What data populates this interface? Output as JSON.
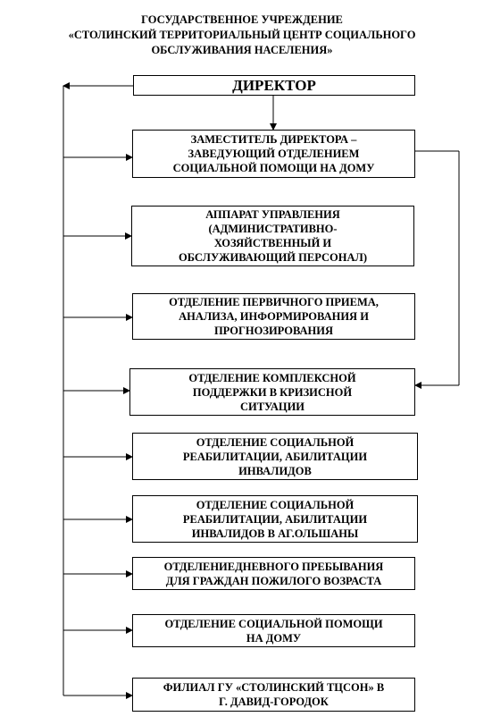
{
  "header": {
    "line1": "ГОСУДАРСТВЕННОЕ УЧРЕЖДЕНИЕ",
    "line2": "«СТОЛИНСКИЙ ТЕРРИТОРИАЛЬНЫЙ ЦЕНТР СОЦИАЛЬНОГО",
    "line3": "ОБСЛУЖИВАНИЯ НАСЕЛЕНИЯ»"
  },
  "nodes": {
    "director": "ДИРЕКТОР",
    "deputy": [
      "ЗАМЕСТИТЕЛЬ ДИРЕКТОРА –",
      "ЗАВЕДУЮЩИЙ ОТДЕЛЕНИЕМ",
      "СОЦИАЛЬНОЙ ПОМОЩИ НА ДОМУ"
    ],
    "admin": [
      "АППАРАТ УПРАВЛЕНИЯ",
      "(АДМИНИСТРАТИВНО-",
      "ХОЗЯЙСТВЕННЫЙ И",
      "ОБСЛУЖИВАЮЩИЙ ПЕРСОНАЛ)"
    ],
    "primary": [
      "ОТДЕЛЕНИЕ ПЕРВИЧНОГО ПРИЕМА,",
      "АНАЛИЗА, ИНФОРМИРОВАНИЯ И",
      "ПРОГНОЗИРОВАНИЯ"
    ],
    "crisis": [
      "ОТДЕЛЕНИЕ КОМПЛЕКСНОЙ",
      "ПОДДЕРЖКИ В КРИЗИСНОЙ",
      "СИТУАЦИИ"
    ],
    "rehab": [
      "ОТДЕЛЕНИЕ СОЦИАЛЬНОЙ",
      "РЕАБИЛИТАЦИИ, АБИЛИТАЦИИ",
      "ИНВАЛИДОВ"
    ],
    "rehab_olshany": [
      "ОТДЕЛЕНИЕ СОЦИАЛЬНОЙ",
      "РЕАБИЛИТАЦИИ, АБИЛИТАЦИИ",
      "ИНВАЛИДОВ В АГ.ОЛЬШАНЫ"
    ],
    "day_stay": [
      "ОТДЕЛЕНИЕДНЕВНОГО ПРЕБЫВАНИЯ",
      "ДЛЯ ГРАЖДАН ПОЖИЛОГО ВОЗРАСТА"
    ],
    "home_help": [
      "ОТДЕЛЕНИЕ СОЦИАЛЬНОЙ ПОМОЩИ",
      "НА ДОМУ"
    ],
    "branch": [
      "ФИЛИАЛ ГУ «СТОЛИНСКИЙ ТЦСОН» В",
      "Г. ДАВИД-ГОРОДОК"
    ]
  }
}
